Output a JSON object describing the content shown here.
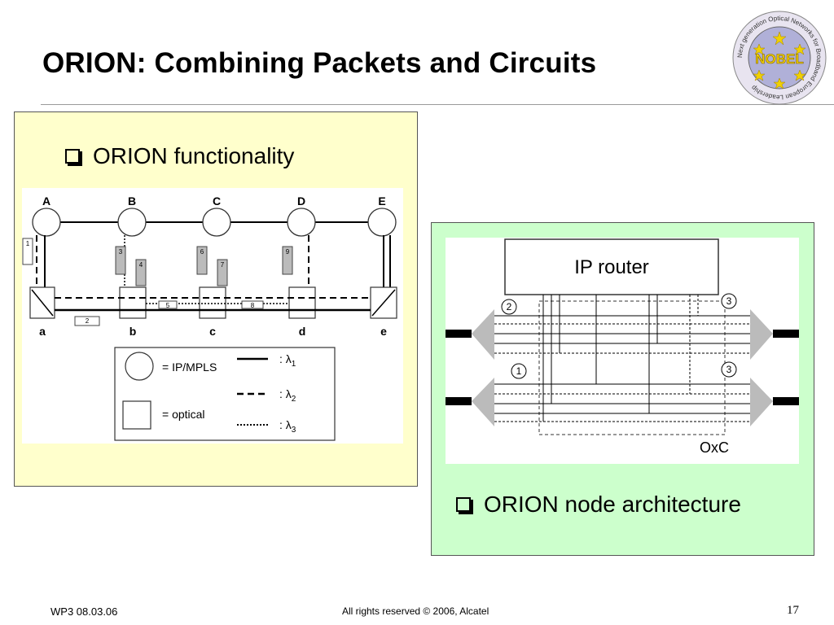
{
  "title": "ORION: Combining Packets and Circuits",
  "logo": {
    "name": "NOBEL",
    "ring_text": "Next generation Optical Networks for Broadband European Leadership"
  },
  "left_panel": {
    "bullet": "ORION functionality",
    "nodes_top": [
      "A",
      "B",
      "C",
      "D",
      "E"
    ],
    "nodes_bottom": [
      "a",
      "b",
      "c",
      "d",
      "e"
    ],
    "boxes": [
      "1",
      "2",
      "3",
      "4",
      "5",
      "6",
      "7",
      "8",
      "9"
    ],
    "legend": {
      "ip_label": "= IP/MPLS",
      "optical_label": "= optical",
      "lambda_prefix": ": λ",
      "lambdas": [
        "1",
        "2",
        "3"
      ]
    }
  },
  "right_panel": {
    "bullet": "ORION node architecture",
    "router_label": "IP router",
    "oxc_label": "OxC",
    "markers": [
      "2",
      "3",
      "1",
      "3"
    ]
  },
  "footer": {
    "left": "WP3 08.03.06",
    "center": "All rights reserved © 2006, Alcatel",
    "page": "17"
  }
}
